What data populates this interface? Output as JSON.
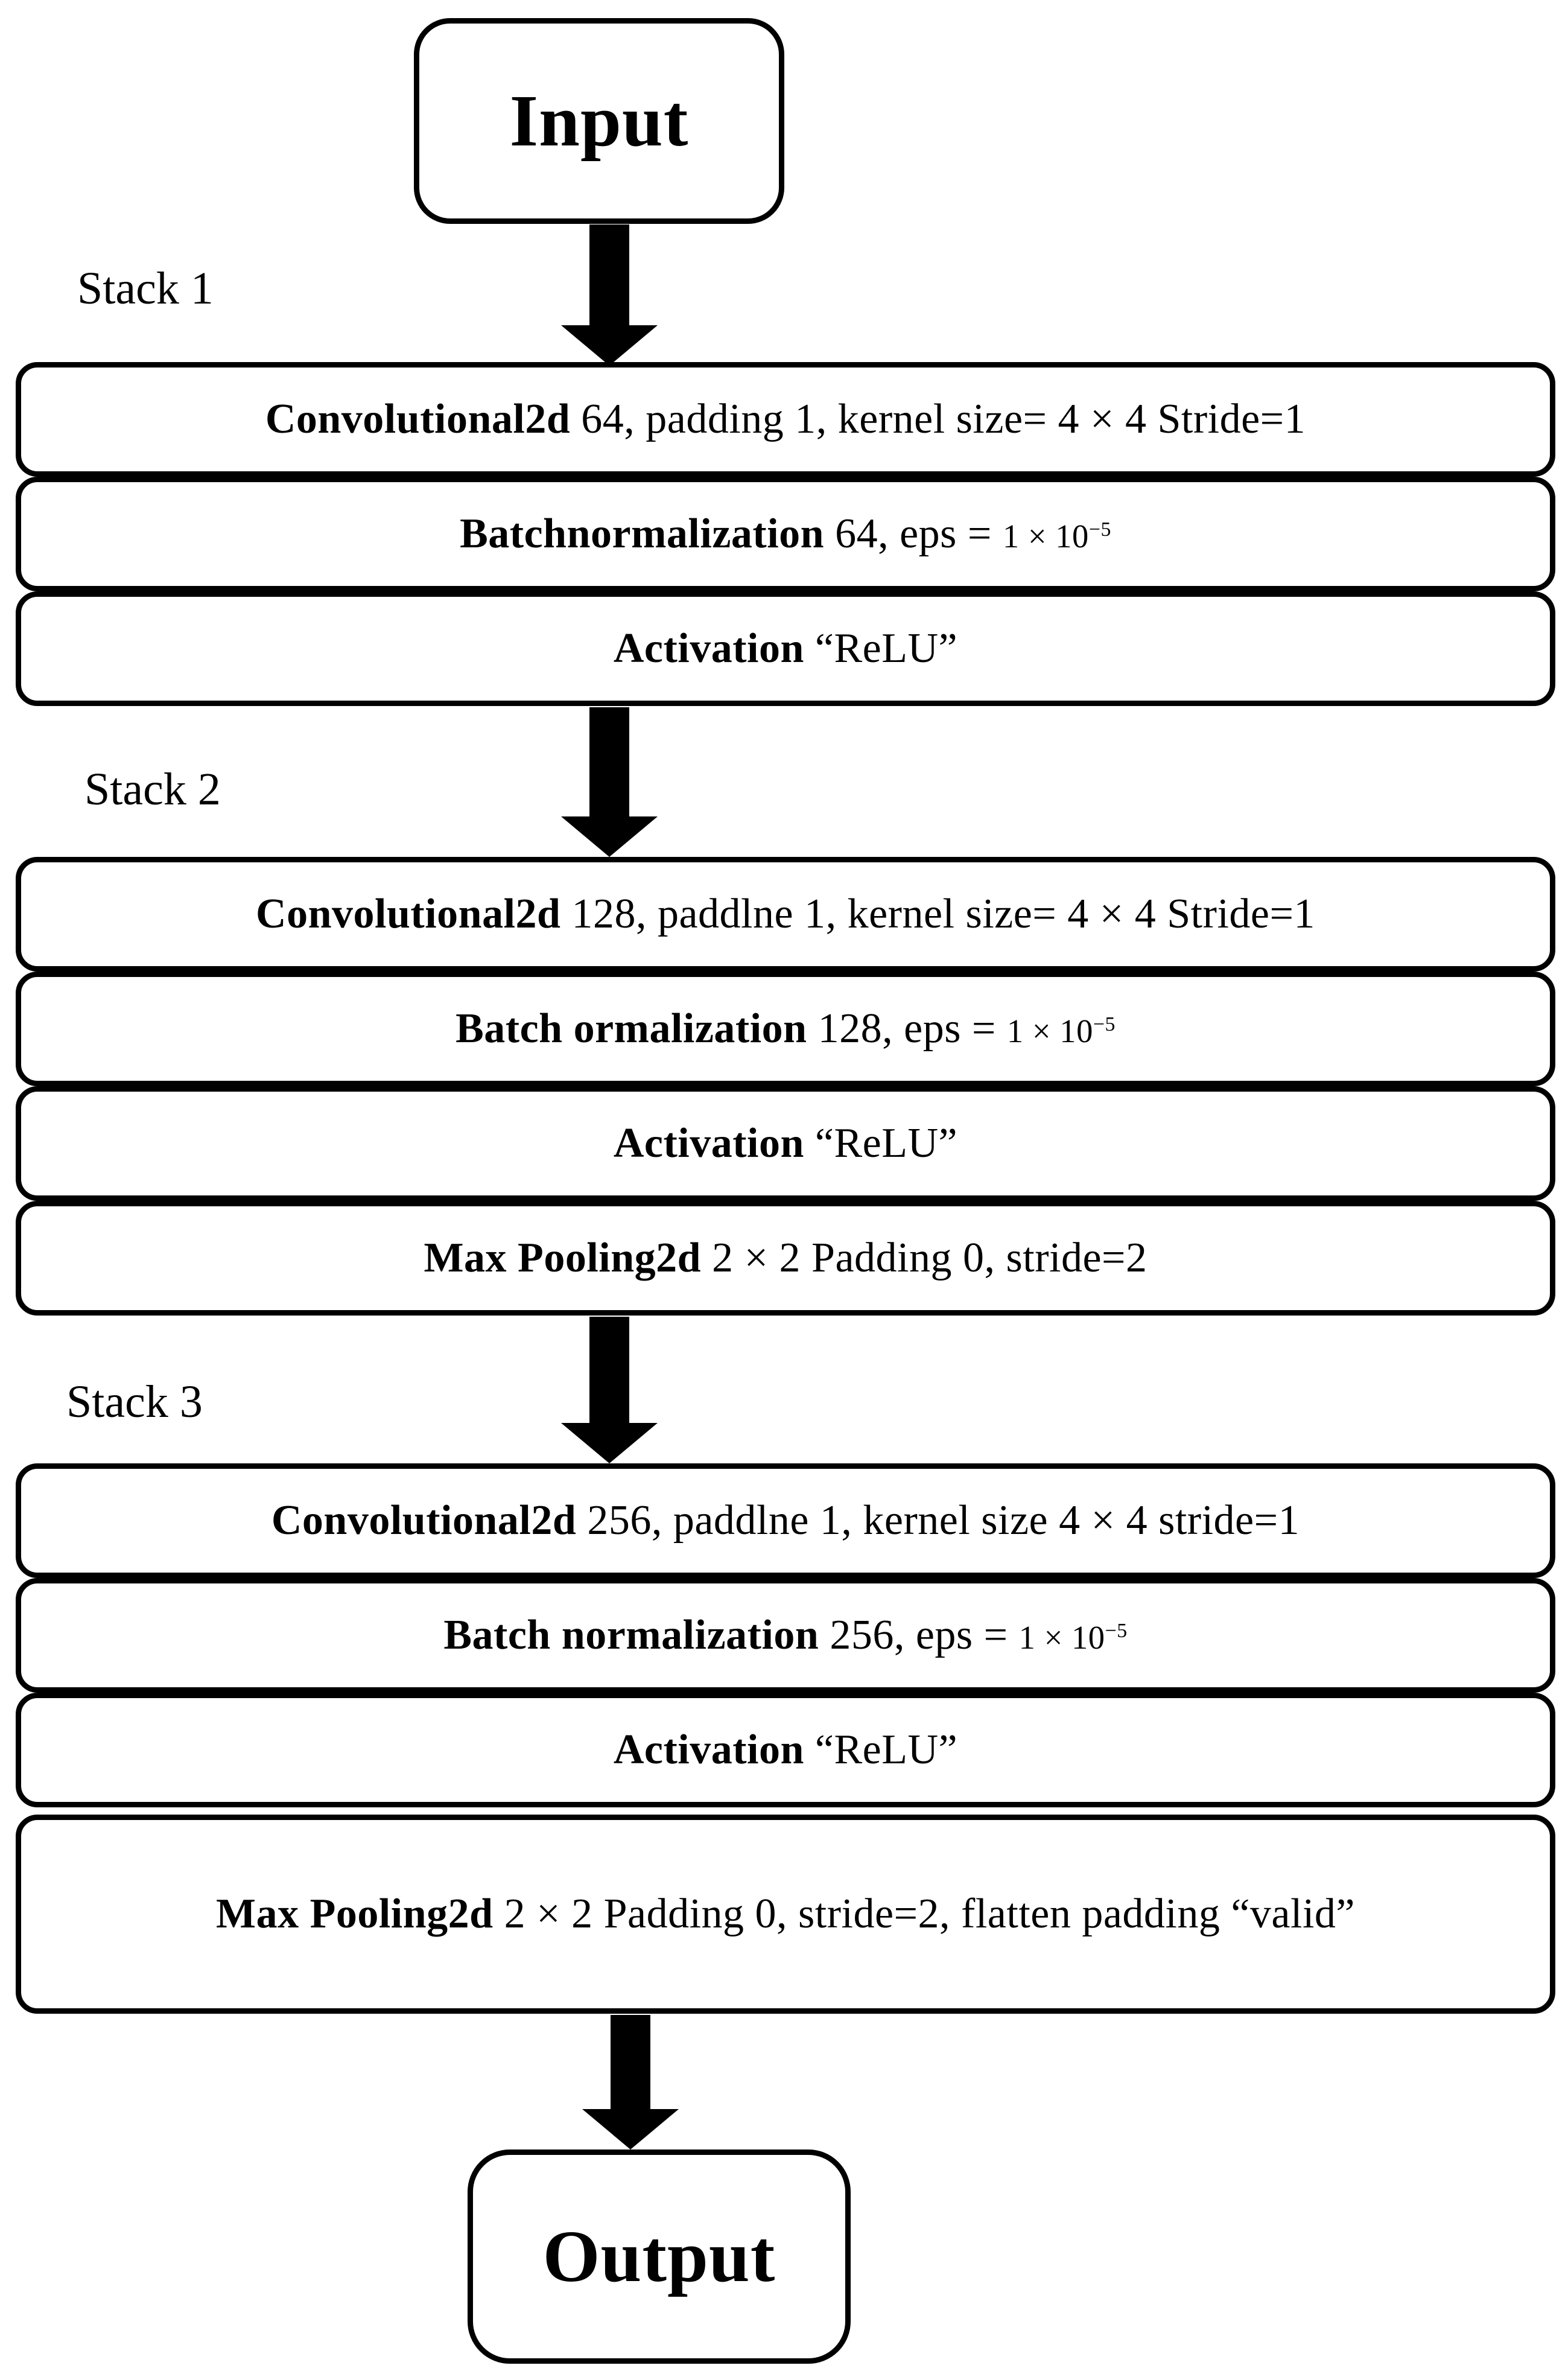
{
  "diagram": {
    "input_label": "Input",
    "output_label": "Output",
    "colors": {
      "ink": "#000000",
      "background": "#ffffff"
    },
    "stacks": [
      {
        "label": "Stack 1",
        "rows": [
          {
            "bold": "Convolutional2d",
            "rest": " 64, padding 1, kernel size= 4 × 4 Stride=1"
          },
          {
            "bold": "Batchnormalization",
            "rest": " 64, eps = ",
            "eps_base": "1 × 10",
            "eps_exp": "−5"
          },
          {
            "bold": "Activation",
            "rest": " “ReLU”"
          }
        ]
      },
      {
        "label": "Stack 2",
        "rows": [
          {
            "bold": "Convolutional2d",
            "rest": " 128, paddlne 1, kernel size= 4 × 4 Stride=1"
          },
          {
            "bold": "Batch ormalization",
            "rest": " 128, eps = ",
            "eps_base": "1 × 10",
            "eps_exp": "−5"
          },
          {
            "bold": "Activation",
            "rest": " “ReLU”"
          },
          {
            "bold": "Max Pooling2d",
            "rest": " 2 × 2 Padding 0, stride=2"
          }
        ]
      },
      {
        "label": "Stack 3",
        "rows": [
          {
            "bold": "Convolutional2d",
            "rest": " 256, paddlne 1, kernel size 4 × 4 stride=1"
          },
          {
            "bold": "Batch normalization",
            "rest": " 256, eps = ",
            "eps_base": "1 × 10",
            "eps_exp": "−5"
          },
          {
            "bold": "Activation",
            "rest": " “ReLU”"
          },
          {
            "bold": "Max Pooling2d",
            "rest": " 2 × 2 Padding 0, stride=2, flatten padding “valid”"
          }
        ]
      }
    ]
  }
}
